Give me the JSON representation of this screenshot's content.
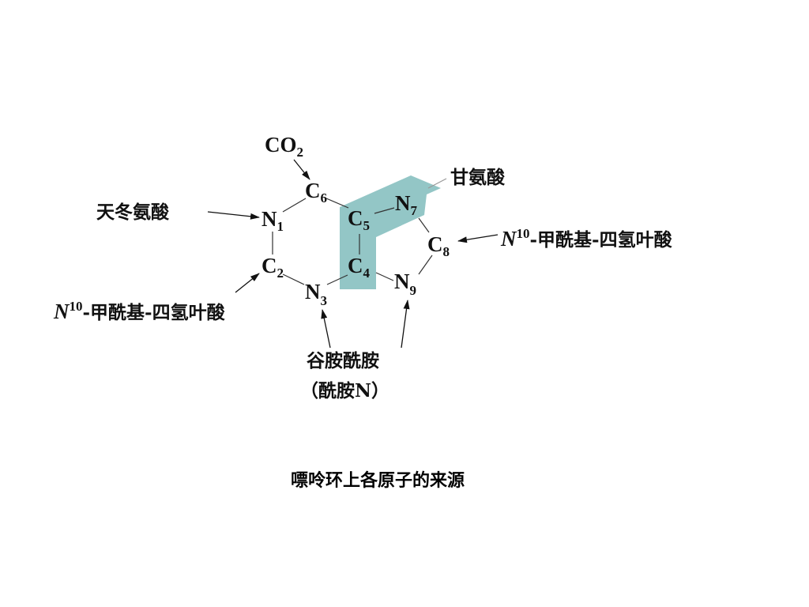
{
  "atoms": {
    "c6": {
      "symbol": "C",
      "index": "6"
    },
    "n1": {
      "symbol": "N",
      "index": "1"
    },
    "c2": {
      "symbol": "C",
      "index": "2"
    },
    "n3": {
      "symbol": "N",
      "index": "3"
    },
    "c4": {
      "symbol": "C",
      "index": "4"
    },
    "c5": {
      "symbol": "C",
      "index": "5"
    },
    "n7": {
      "symbol": "N",
      "index": "7"
    },
    "c8": {
      "symbol": "C",
      "index": "8"
    },
    "n9": {
      "symbol": "N",
      "index": "9"
    }
  },
  "sources": {
    "co2": {
      "main": "CO",
      "sub": "2"
    },
    "aspartate": "天冬氨酸",
    "glycine": "甘氨酸",
    "formyl_thf_right": {
      "prefix": "N",
      "sup": "10",
      "rest": "-甲酰基-四氢叶酸"
    },
    "formyl_thf_left": {
      "prefix": "N",
      "sup": "10",
      "rest": "-甲酰基-四氢叶酸"
    },
    "glutamine_line1": "谷胺酰胺",
    "glutamine_line2": "（酰胺N）"
  },
  "caption": "嘌呤环上各原子的来源",
  "colors": {
    "glycine_highlight": "#93c6c6"
  }
}
